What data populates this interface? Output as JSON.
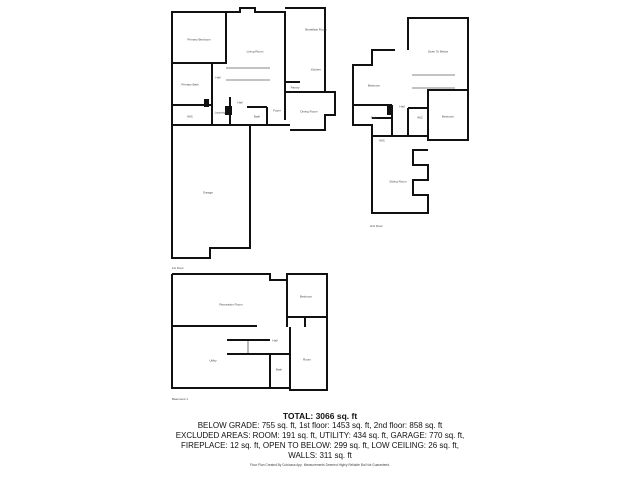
{
  "floors": [
    {
      "label": "1st Floor",
      "rooms": [
        "Primary Bedroom",
        "Living Room",
        "Breakfast Room",
        "Kitchen",
        "Primary Bath",
        "Hall",
        "Pantry",
        "Hall",
        "WIC",
        "Laundry",
        "Bath",
        "Foyer",
        "Dining Room",
        "Garage"
      ]
    },
    {
      "label": "2nd Floor",
      "rooms": [
        "Open To Below",
        "Bedroom",
        "Hall",
        "Bath",
        "WIC",
        "WIC",
        "Bedroom",
        "Sitting Room"
      ]
    },
    {
      "label": "Basement 1",
      "rooms": [
        "Recreation Room",
        "Bedroom",
        "Hall",
        "Utility",
        "Bath",
        "Room"
      ]
    }
  ],
  "summary": {
    "total": "TOTAL: 3066 sq. ft",
    "line1": "BELOW GRADE: 755 sq. ft, 1st floor: 1453 sq. ft, 2nd floor: 858 sq. ft",
    "line2": "EXCLUDED AREAS: ROOM: 191 sq. ft, UTILITY: 434 sq. ft, GARAGE: 770 sq. ft,",
    "line3": "FIREPLACE: 12 sq. ft, OPEN TO BELOW: 299 sq. ft, LOW CEILING: 26 sq. ft,",
    "line4": "WALLS: 311 sq. ft"
  },
  "footer": "Floor Plan Created By Cubicasa App. Measurements Deemed Highly Reliable But Not Guaranteed.",
  "colors": {
    "wall": "#111111",
    "background": "#ffffff"
  }
}
